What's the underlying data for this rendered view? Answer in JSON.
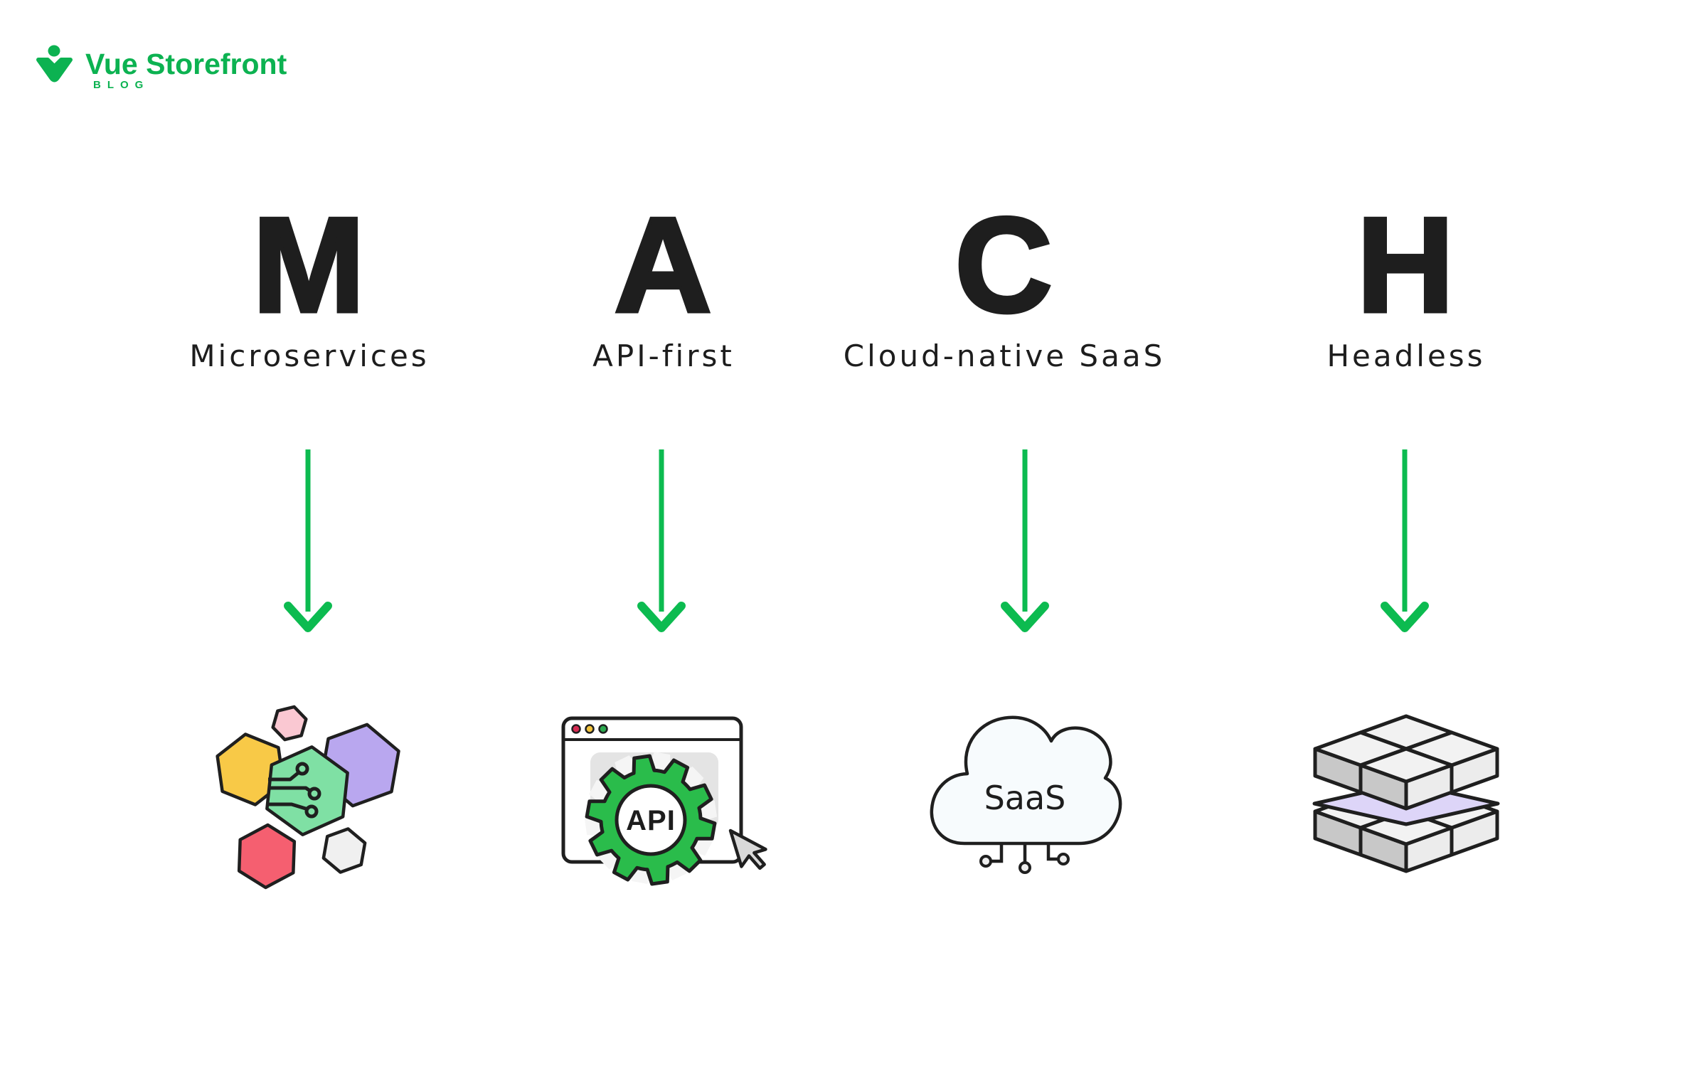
{
  "logo": {
    "brand": "Vue Storefront",
    "subtitle": "BLOG"
  },
  "columns": [
    {
      "letter": "M",
      "label": "Microservices",
      "icon": "hexagon-cluster-icon"
    },
    {
      "letter": "A",
      "label": "API-first",
      "icon": "browser-gear-icon",
      "icon_text": "API"
    },
    {
      "letter": "C",
      "label": "Cloud-native SaaS",
      "icon": "cloud-icon",
      "icon_text": "SaaS"
    },
    {
      "letter": "H",
      "label": "Headless",
      "icon": "layer-stack-icon"
    }
  ],
  "colors": {
    "brand_green": "#0CB251",
    "arrow_green": "#0CBB50",
    "text_dark": "#1E1E1E",
    "outline_dark": "#1F1F1F",
    "gear_green": "#2ABC4B",
    "hexagon_yellow": "#F8C947",
    "hexagon_purple": "#B9A7EF",
    "hexagon_pink": "#FAC8D2",
    "hexagon_green": "#7FE0A4",
    "hexagon_red": "#F55F70",
    "hexagon_gray": "#F0F0F0",
    "browser_dot_red": "#D62B52",
    "browser_dot_yellow": "#F2C33C",
    "browser_dot_green": "#2BA84E",
    "cloud_fill": "#F7FBFD",
    "layer_lavender": "#DDD5F8"
  }
}
